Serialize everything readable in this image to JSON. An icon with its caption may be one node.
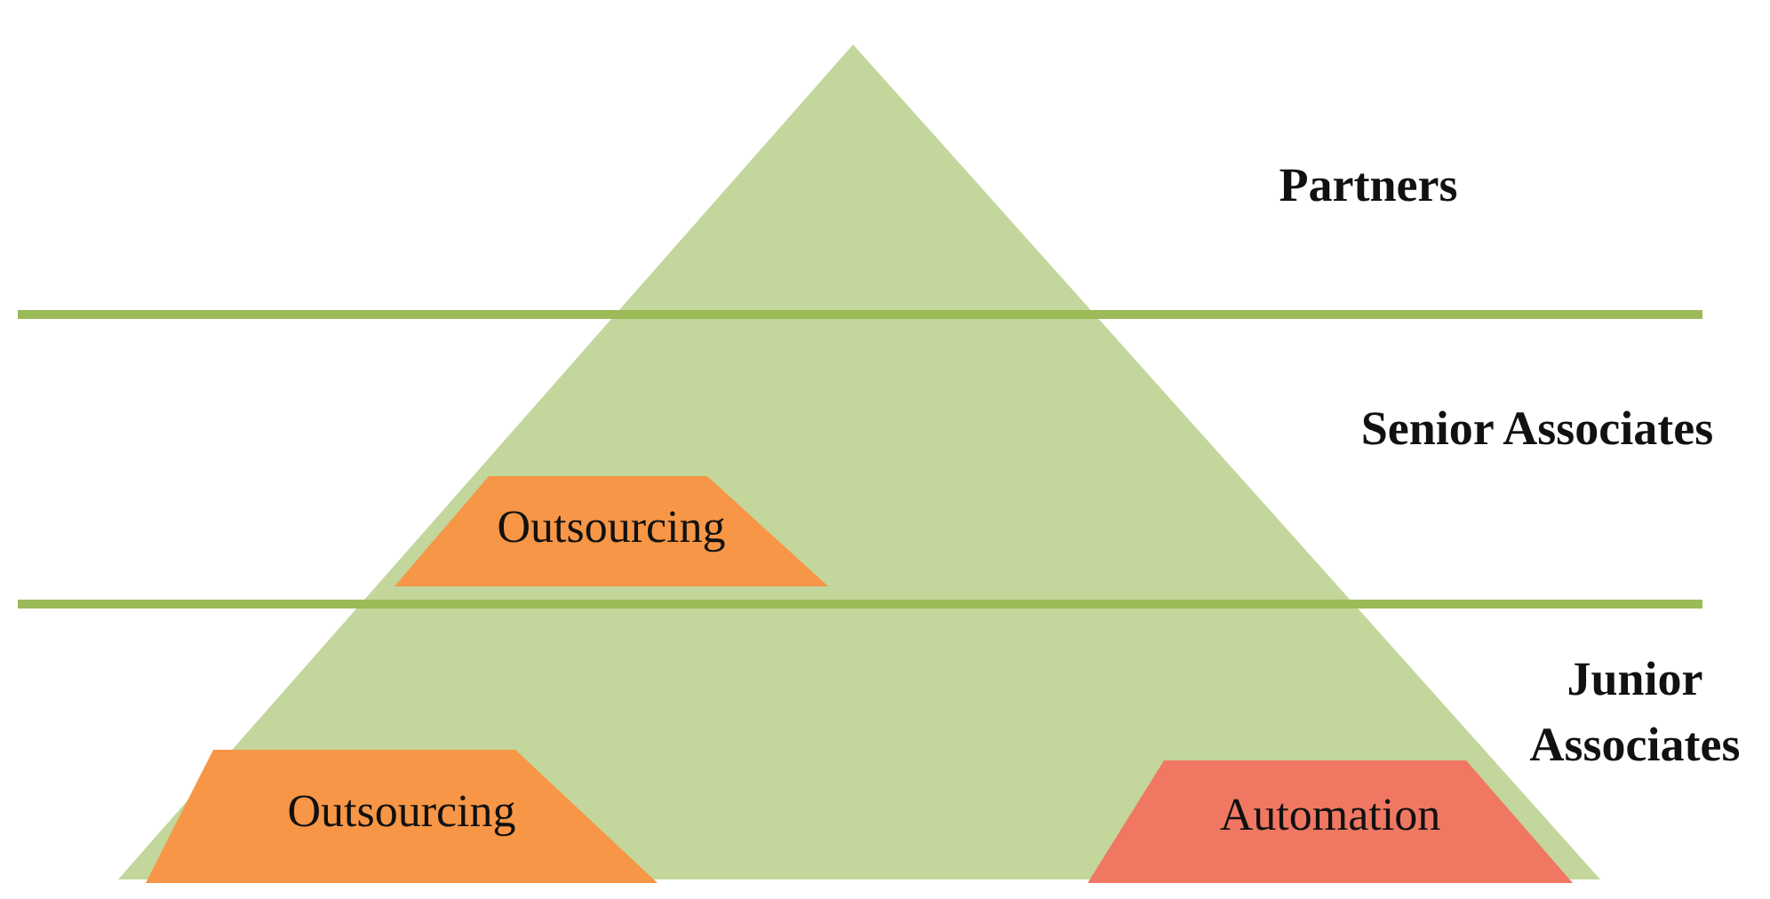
{
  "diagram": {
    "nodes": [
      {
        "text": [
          "Outsourcing"
        ]
      },
      {
        "text": [
          "Outsourcing"
        ]
      },
      {
        "text": [
          "Automation"
        ]
      }
    ],
    "edges": [],
    "labels": [
      "Partners",
      "Senior Associates",
      "Junior Associates"
    ]
  }
}
